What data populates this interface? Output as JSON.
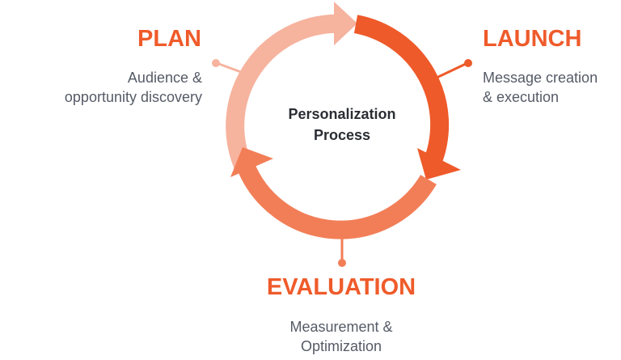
{
  "diagram": {
    "center_label": {
      "line1": "Personalization",
      "line2": "Process"
    },
    "stages": [
      {
        "id": "plan",
        "title": "PLAN",
        "description_line1": "Audience &",
        "description_line2": "opportunity discovery",
        "color": "#F6B39E"
      },
      {
        "id": "launch",
        "title": "LAUNCH",
        "description_line1": "Message creation",
        "description_line2": "& execution",
        "color": "#EE5A2A"
      },
      {
        "id": "evaluation",
        "title": "EVALUATION",
        "description_line1": "Measurement &",
        "description_line2": "Optimization",
        "color": "#F27E57"
      }
    ],
    "colors": {
      "title": "#EF5B2B",
      "body_text": "#555B66",
      "center_text": "#2A2D33",
      "background": "#FFFFFF"
    }
  }
}
